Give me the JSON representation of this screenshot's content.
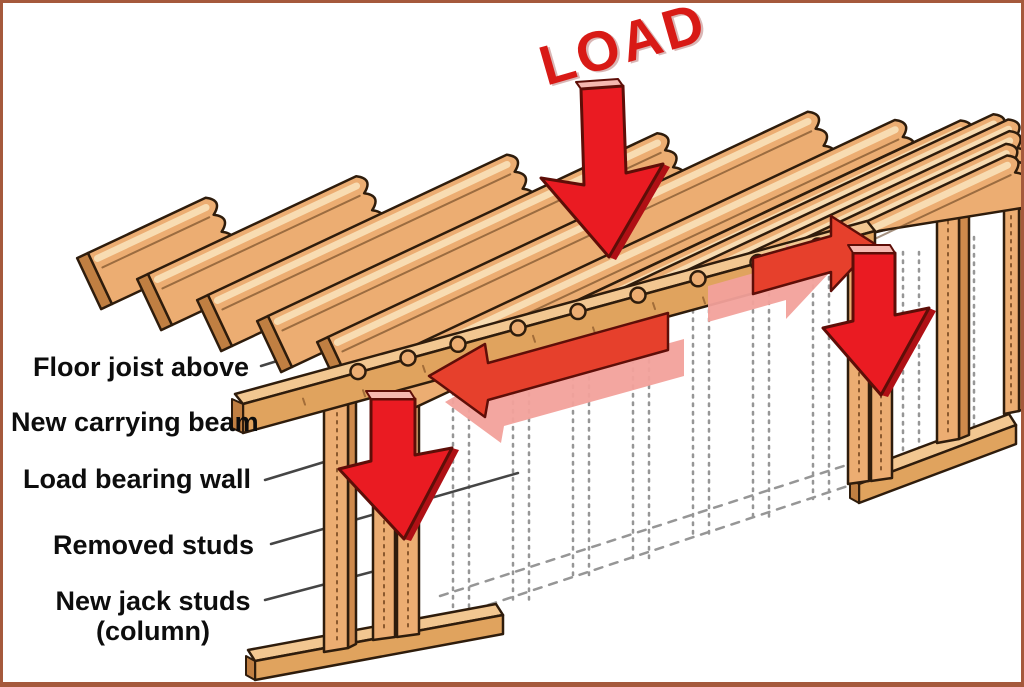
{
  "diagram": {
    "title": "LOAD",
    "labels": {
      "floor_joist": "Floor joist above",
      "carrying_beam": "New carrying beam",
      "load_bearing_wall": "Load bearing wall",
      "removed_studs": "Removed studs",
      "jack_studs": "New jack studs",
      "jack_studs_sub": "(column)"
    },
    "colors": {
      "wood": "#ECAD72",
      "wood_light": "#F8DCB2",
      "wood_side": "#CF8A4C",
      "wood_dark": "#C07F42",
      "wood_line": "#5A3718",
      "beam_face": "#E0A35E",
      "beam_top": "#F2C791",
      "outline": "#2E1C0C",
      "red": "#EA1B22",
      "red_dark": "#5E0E08",
      "red_facet": "#B01015",
      "beam_arrow": "#E6402C",
      "pink": "#F2A19B",
      "pink_cap": "#F6B8B0",
      "ghost": "#969696",
      "leader": "#454545",
      "border": "#A5593C",
      "load_text": "#D81A16",
      "background": "#FFFFFF"
    }
  }
}
